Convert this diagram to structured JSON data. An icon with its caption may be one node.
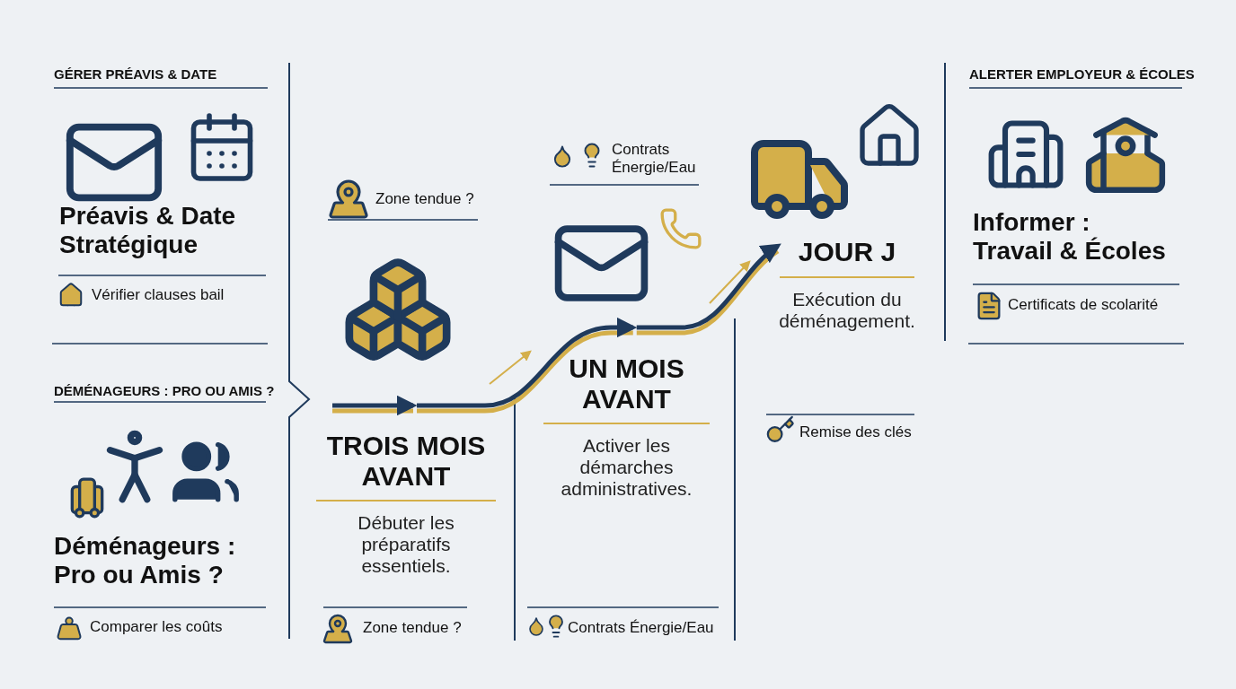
{
  "diagram": {
    "nodes": [
      {
        "text": [
          "TROIS MOIS AVANT",
          "Débuter les préparatifs essentiels."
        ]
      },
      {
        "text": [
          "UN MOIS AVANT",
          "Activer les démarches administratives."
        ]
      },
      {
        "text": [
          "JOUR J",
          "Exécution du déménagement."
        ]
      }
    ],
    "edges": [
      {
        "from": null,
        "to": 0,
        "arrow": "to"
      },
      {
        "from": 0,
        "to": 1,
        "arrow": "to"
      },
      {
        "from": 1,
        "to": 2,
        "arrow": "to"
      }
    ],
    "labels": [
      "GÉRER PRÉAVIS & DATE",
      "Préavis & Date Stratégique",
      "Vérifier clauses bail",
      "DÉMÉNAGEURS : PRO OU AMIS ?",
      "Déménageurs : Pro ou Amis ?",
      "Comparer les coûts",
      "Zone tendue ?",
      "Contrats Énergie/Eau",
      "Zone tendue ?",
      "Contrats Énergie/Eau",
      "Remise des clés",
      "ALERTER EMPLOYEUR & ÉCOLES",
      "Informer : Travail & Écoles",
      "Certificats de scolarité"
    ]
  }
}
